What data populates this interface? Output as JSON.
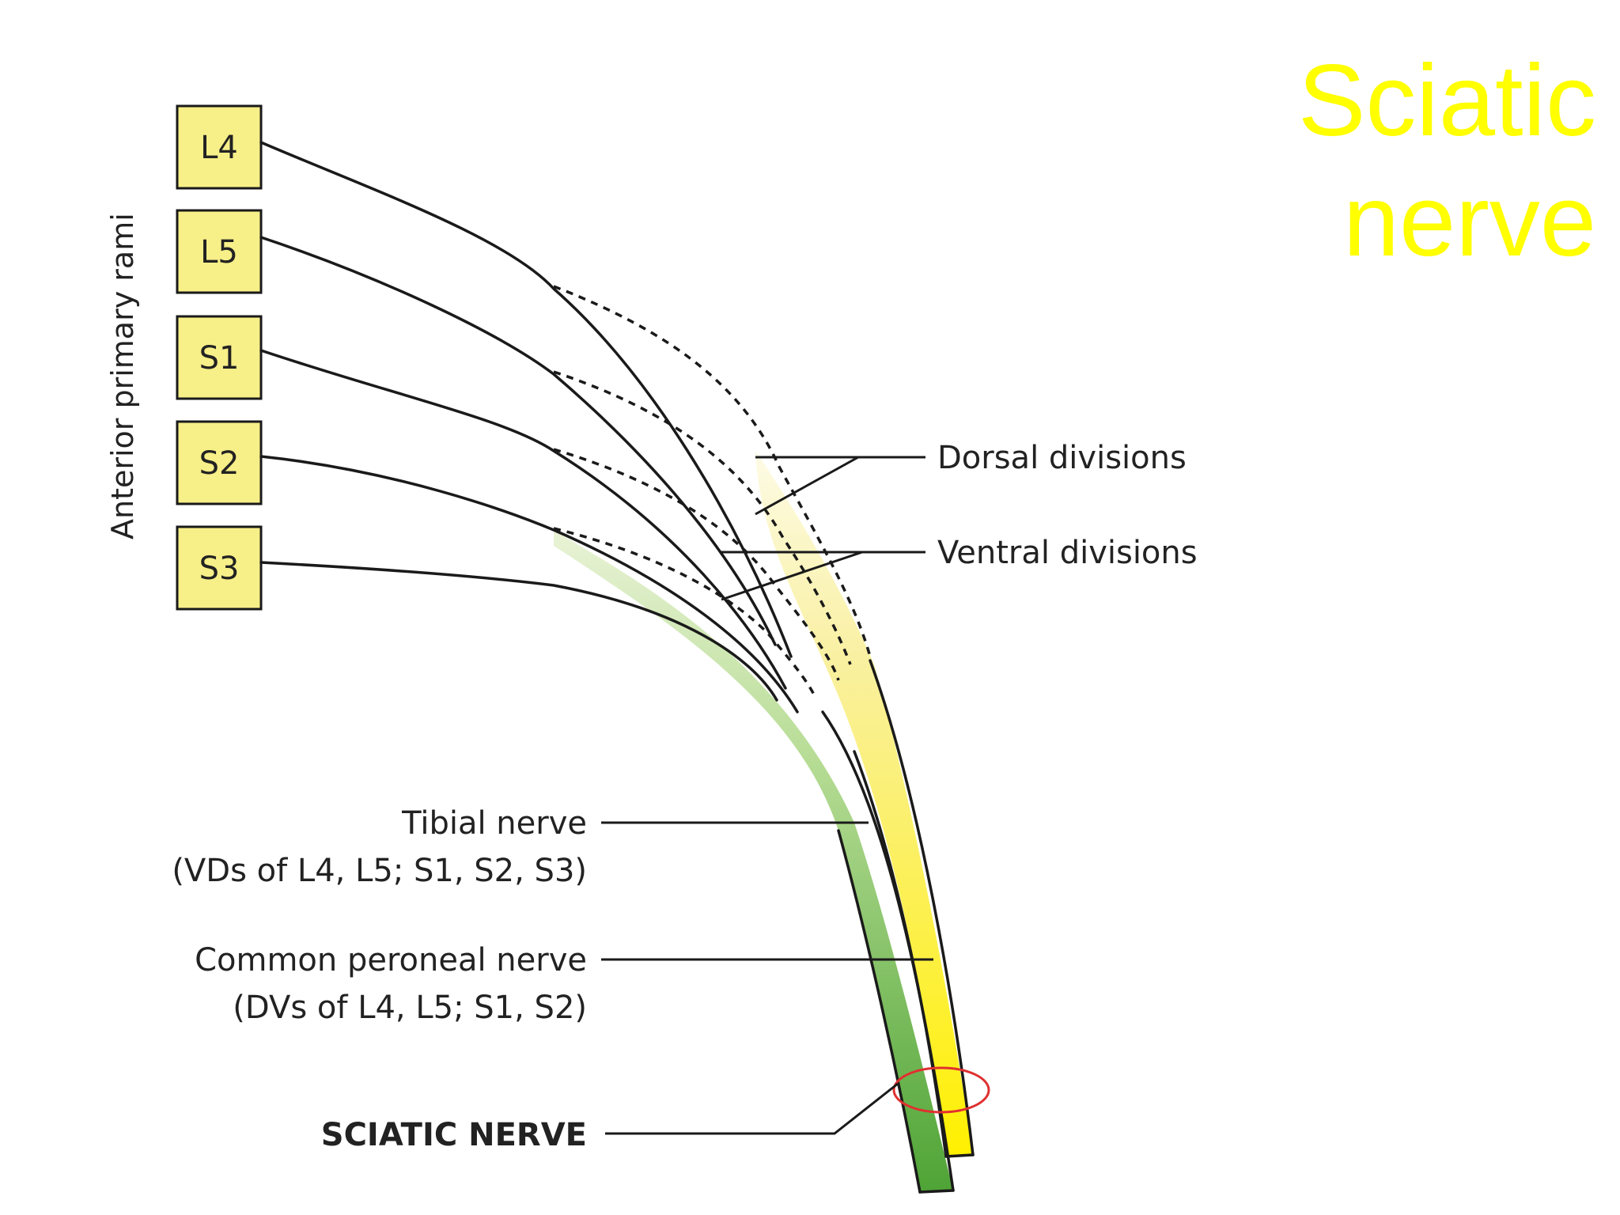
{
  "title": {
    "line1": "Sciatic",
    "line2": "nerve"
  },
  "diagram": {
    "side_label": "Anterior primary rami",
    "roots": [
      "L4",
      "L5",
      "S1",
      "S2",
      "S3"
    ],
    "labels": {
      "dorsal": "Dorsal divisions",
      "ventral": "Ventral divisions",
      "tibial_line1": "Tibial nerve",
      "tibial_line2": "(VDs of L4, L5; S1, S2, S3)",
      "peroneal_line1": "Common peroneal nerve",
      "peroneal_line2": "(DVs of L4, L5; S1, S2)",
      "sciatic": "SCIATIC NERVE"
    },
    "colors": {
      "root_box": "#f7ef88",
      "common_peroneal": "#f5ea3c",
      "tibial": "#6db84a",
      "sciatic_marker": "#e03030",
      "title": "#ffff00"
    }
  }
}
